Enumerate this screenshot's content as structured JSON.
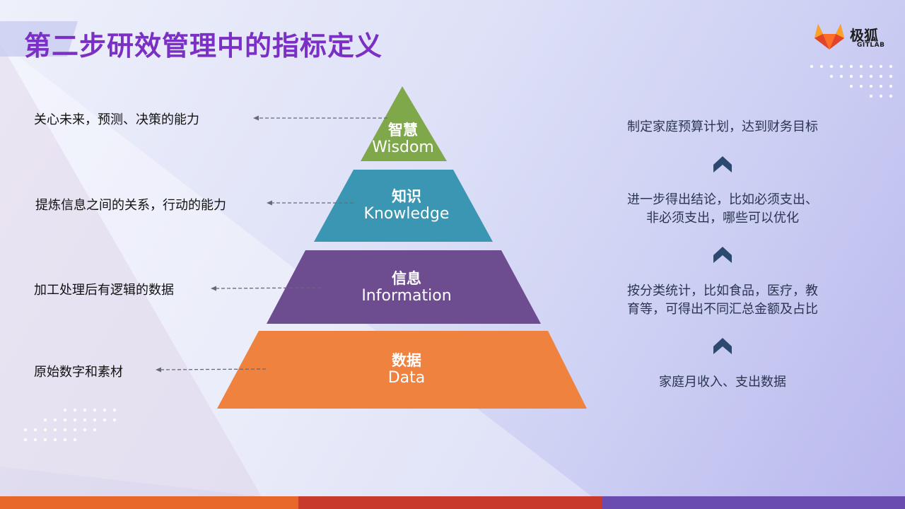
{
  "title": "第二步研效管理中的指标定义",
  "logo": {
    "name": "极狐",
    "sub": "GITLAB"
  },
  "pyramid": {
    "layers": [
      {
        "zh": "智慧",
        "en": "Wisdom",
        "color": "#7fa84a"
      },
      {
        "zh": "知识",
        "en": "Knowledge",
        "color": "#3b96b3"
      },
      {
        "zh": "信息",
        "en": "Information",
        "color": "#6e4c90"
      },
      {
        "zh": "数据",
        "en": "Data",
        "color": "#f08240"
      }
    ]
  },
  "left_labels": [
    "关心未来，预测、决策的能力",
    "提炼信息之间的关系，行动的能力",
    "加工处理后有逻辑的数据",
    "原始数字和素材"
  ],
  "right_labels": [
    {
      "line1": "制定家庭预算计划，达到财务目标",
      "line2": ""
    },
    {
      "line1": "进一步得出结论，比如必须支出、",
      "line2": "非必须支出，哪些可以优化"
    },
    {
      "line1": "按分类统计，比如食品，医疗，教",
      "line2": "育等，可得出不同汇总金额及占比"
    },
    {
      "line1": "家庭月收入、支出数据",
      "line2": ""
    }
  ],
  "colors": {
    "title": "#7b2fc4",
    "arrow": "#2c4a70",
    "bar_orange": "#e8672a",
    "bar_red": "#c73a2c",
    "bar_purple": "#6a4bb0"
  }
}
